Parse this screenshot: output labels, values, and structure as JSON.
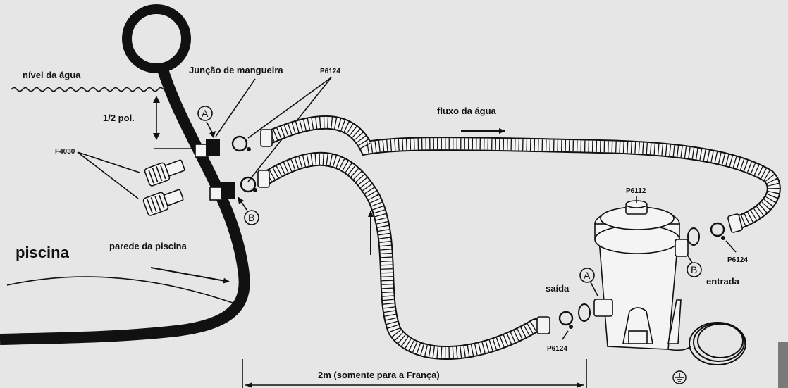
{
  "labels": {
    "water_level": "nível da água",
    "hose_junction": "Junção de mangueira",
    "part_clamp": "P6124",
    "water_flow": "fluxo da água",
    "half_inch": "1/2 pol.",
    "strainer": "F4030",
    "circle_a": "A",
    "circle_b": "B",
    "pool": "piscina",
    "pool_wall": "parede da piscina",
    "cap_part": "P6112",
    "outlet": "saída",
    "inlet": "entrada",
    "distance": "2m (somente para a França)"
  },
  "colors": {
    "background": "#e6e6e6",
    "ink": "#111111",
    "part_fill": "#f4f4f4",
    "side_tab": "#7a7a7a"
  },
  "icons": [
    "ground-icon",
    "arrow-icon"
  ]
}
